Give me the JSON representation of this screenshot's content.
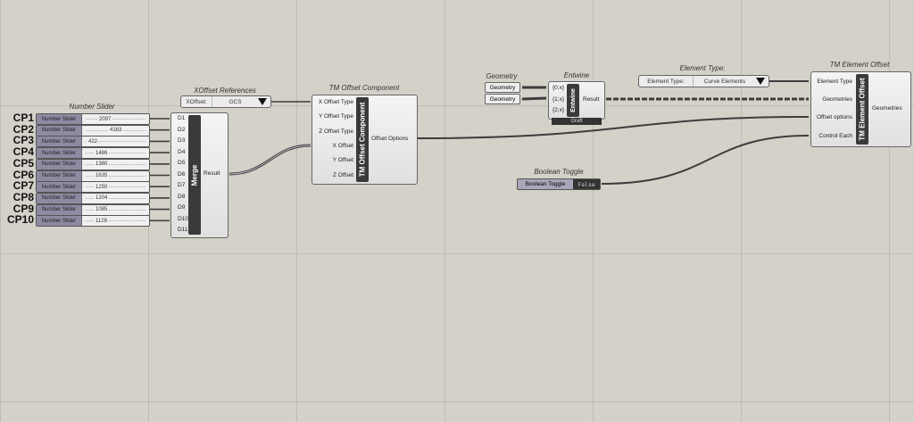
{
  "number_slider": {
    "title": "Number Slider",
    "label": "Number Slider",
    "items": [
      {
        "name": "CP1",
        "value": "2097"
      },
      {
        "name": "CP2",
        "value": "4163"
      },
      {
        "name": "CP3",
        "value": "422"
      },
      {
        "name": "CP4",
        "value": "1486"
      },
      {
        "name": "CP5",
        "value": "1380"
      },
      {
        "name": "CP6",
        "value": "1635"
      },
      {
        "name": "CP7",
        "value": "1250"
      },
      {
        "name": "CP8",
        "value": "1204"
      },
      {
        "name": "CP9",
        "value": "1085"
      },
      {
        "name": "CP10",
        "value": "1128"
      }
    ]
  },
  "merge": {
    "name": "Merge",
    "inputs": [
      "D1",
      "D2",
      "D3",
      "D4",
      "D5",
      "D6",
      "D7",
      "D8",
      "D9",
      "D10",
      "D11"
    ],
    "output": "Result"
  },
  "xoffset": {
    "title": "XOffset References",
    "label": "XOffset:",
    "value": "GCS"
  },
  "offset_component": {
    "title": "TM Offset Component",
    "name": "TM Offset Component",
    "inputs": [
      "X Offset Type",
      "Y Offset Type",
      "Z Offset Type",
      "X Offset",
      "Y Offset",
      "Z Offset"
    ],
    "output": "Offset Options"
  },
  "geometry": {
    "title": "Geometry",
    "items": [
      "Geometry",
      "Geometry"
    ]
  },
  "entwine": {
    "title": "Entwine",
    "name": "Entwine",
    "inputs": [
      "{0;x}",
      "{1;x}",
      "{2;x}"
    ],
    "output": "Result",
    "footer": "Graft"
  },
  "element_type": {
    "title": "Element Type:",
    "label": "Element Type:",
    "value": "Curve Elements"
  },
  "element_offset": {
    "title": "TM Element Offset",
    "name": "TM Element Offset",
    "inputs": [
      "Element Type",
      "Geometries",
      "Offset options",
      "Control Each"
    ],
    "output": "Geometries"
  },
  "boolean_toggle": {
    "title": "Boolean Toggle",
    "label": "Boolean Toggle",
    "value": "False"
  }
}
